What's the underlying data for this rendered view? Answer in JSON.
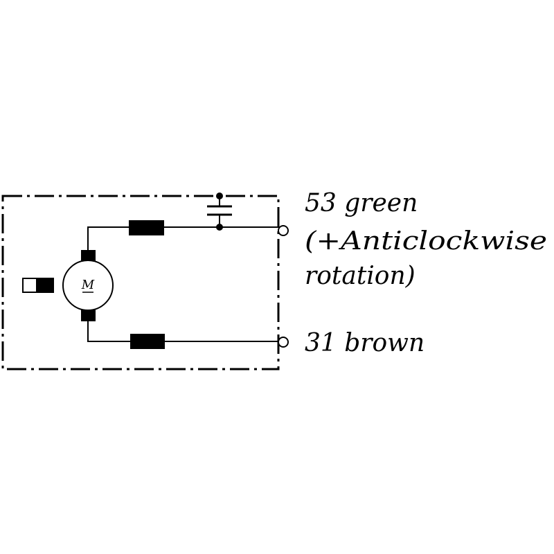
{
  "motor": {
    "symbol": "M"
  },
  "terminals": [
    {
      "label_line1": "53 green",
      "label_line2": "(+Anticlockwise",
      "label_line3": "rotation)"
    },
    {
      "label_line1": "31 brown"
    }
  ],
  "colors": {
    "ink": "#000000",
    "background": "#ffffff"
  }
}
